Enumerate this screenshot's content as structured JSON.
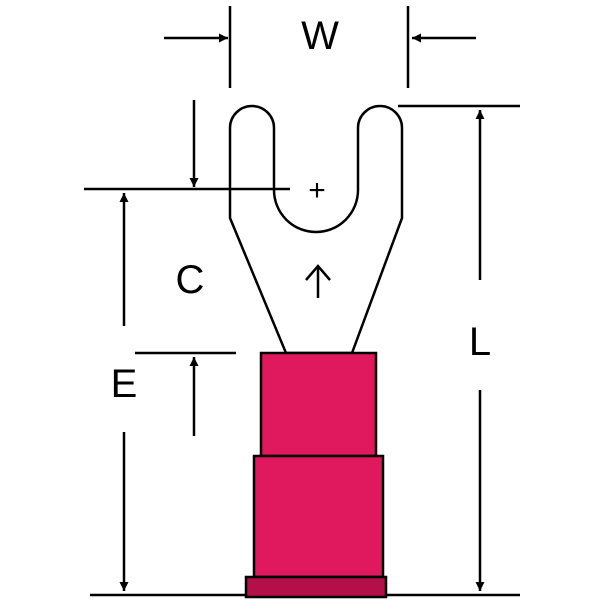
{
  "diagram": {
    "labels": {
      "w": "W",
      "c": "C",
      "e": "E",
      "l": "L"
    },
    "symbols": {
      "center_mark": "+",
      "direction_arrow": "arrow-up-icon"
    },
    "colors": {
      "sleeve": "#e0195f",
      "sleeve_dark": "#b30f49",
      "line": "#000000",
      "background": "#ffffff"
    }
  }
}
